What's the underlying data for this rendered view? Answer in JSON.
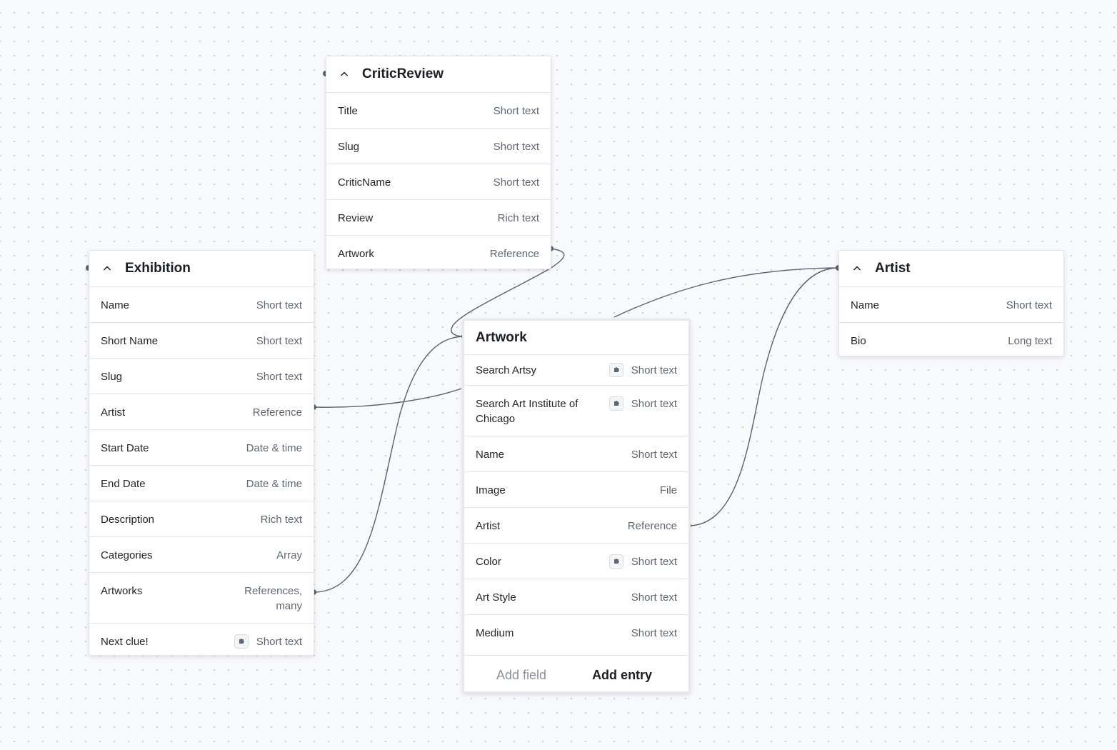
{
  "critic_review": {
    "title": "CriticReview",
    "fields": [
      {
        "name": "Title",
        "type": "Short text"
      },
      {
        "name": "Slug",
        "type": "Short text"
      },
      {
        "name": "CriticName",
        "type": "Short text"
      },
      {
        "name": "Review",
        "type": "Rich text"
      },
      {
        "name": "Artwork",
        "type": "Reference"
      }
    ]
  },
  "exhibition": {
    "title": "Exhibition",
    "fields": [
      {
        "name": "Name",
        "type": "Short text"
      },
      {
        "name": "Short Name",
        "type": "Short text"
      },
      {
        "name": "Slug",
        "type": "Short text"
      },
      {
        "name": "Artist",
        "type": "Reference"
      },
      {
        "name": "Start Date",
        "type": "Date & time"
      },
      {
        "name": "End Date",
        "type": "Date & time"
      },
      {
        "name": "Description",
        "type": "Rich text"
      },
      {
        "name": "Categories",
        "type": "Array"
      },
      {
        "name": "Artworks",
        "type": "References, many"
      },
      {
        "name": "Next clue!",
        "type": "Short text",
        "icon": "app-puzzle-icon"
      }
    ]
  },
  "artwork": {
    "title": "Artwork",
    "fields": [
      {
        "name": "Search Artsy",
        "type": "Short text",
        "icon": "app-puzzle-icon"
      },
      {
        "name": "Search Art Institute of Chicago",
        "type": "Short text",
        "icon": "app-puzzle-icon"
      },
      {
        "name": "Name",
        "type": "Short text"
      },
      {
        "name": "Image",
        "type": "File"
      },
      {
        "name": "Artist",
        "type": "Reference"
      },
      {
        "name": "Color",
        "type": "Short text",
        "icon": "app-puzzle-icon"
      },
      {
        "name": "Art Style",
        "type": "Short text"
      },
      {
        "name": "Medium",
        "type": "Short text"
      }
    ],
    "footer": {
      "add_field": "Add field",
      "add_entry": "Add entry"
    }
  },
  "artist": {
    "title": "Artist",
    "fields": [
      {
        "name": "Name",
        "type": "Short text"
      },
      {
        "name": "Bio",
        "type": "Long text"
      }
    ]
  },
  "colors": {
    "connector": "#5a6170",
    "border": "#e3e5ea",
    "background": "#f8f9fb"
  }
}
